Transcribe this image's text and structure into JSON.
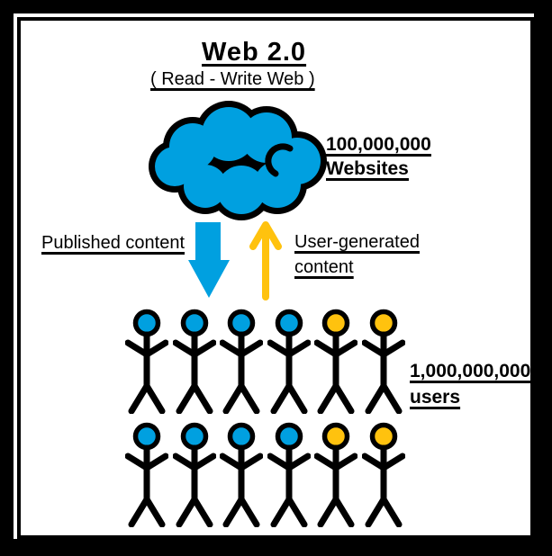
{
  "title": {
    "text": "Web 2.0",
    "subtitle": "( Read - Write Web )"
  },
  "cloud": {
    "count": "100,000,000",
    "unit": "Websites"
  },
  "flows": {
    "published": "Published content",
    "user_generated": [
      "User-generated",
      "content"
    ]
  },
  "users": {
    "count": "1,000,000,000",
    "unit": "users"
  },
  "figures": {
    "rows": [
      [
        "blue",
        "blue",
        "blue",
        "blue",
        "yellow",
        "yellow"
      ],
      [
        "blue",
        "blue",
        "blue",
        "blue",
        "yellow",
        "yellow"
      ]
    ]
  },
  "colors": {
    "blue": "#00a0e0",
    "yellow": "#ffc20e",
    "outline": "#000000",
    "canvas": "#ffffff"
  }
}
